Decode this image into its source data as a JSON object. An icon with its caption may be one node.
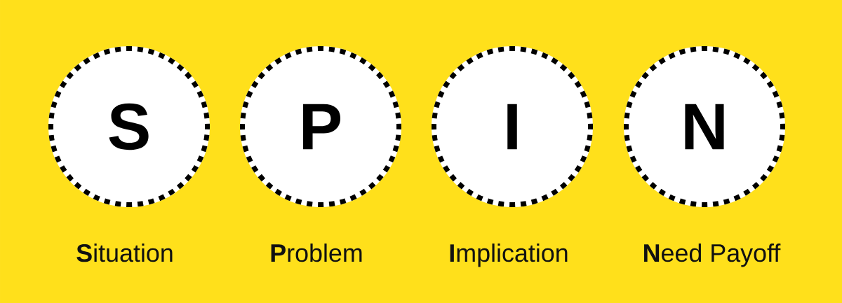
{
  "diagram": {
    "nodes": [
      {
        "text": [
          "S"
        ],
        "beside": [
          "**S**ituation"
        ]
      },
      {
        "text": [
          "P"
        ],
        "beside": [
          "**P**roblem"
        ]
      },
      {
        "text": [
          "I"
        ],
        "beside": [
          "**I**mplication"
        ]
      },
      {
        "text": [
          "N"
        ],
        "beside": [
          "**N**eed Payoff"
        ]
      }
    ]
  }
}
